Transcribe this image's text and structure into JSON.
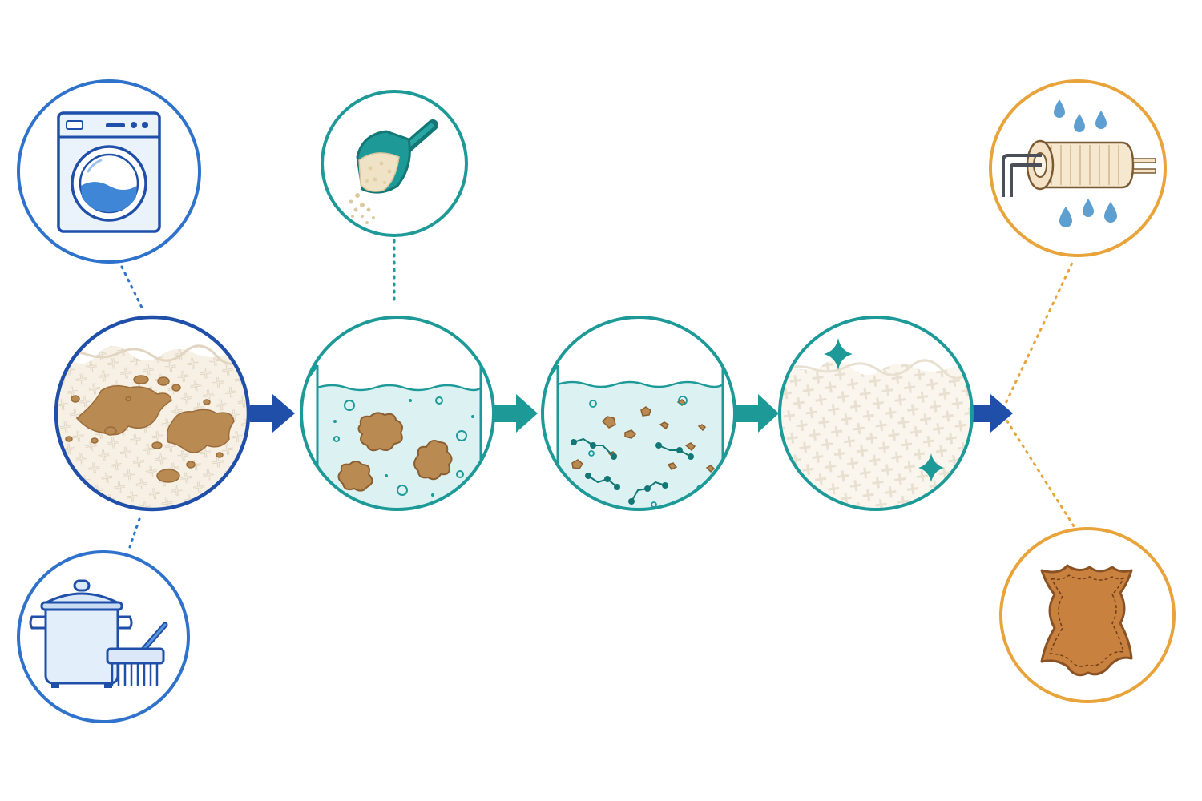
{
  "colors": {
    "background": "#ffffff",
    "blue_ring": "#2f72cc",
    "blue_dark": "#1f4fa8",
    "teal": "#1d9a98",
    "teal_dark": "#127775",
    "orange": "#e8a43a",
    "stain": "#b98a52",
    "fabric": "#f5ecdd",
    "water": "#dcf2f2",
    "leather": "#c9813f",
    "drop": "#5c9fd0"
  },
  "icons": {
    "washing_machine": "washing-machine-icon",
    "cookware": "cooking-pot-and-brush-icon",
    "detergent": "detergent-scoop-icon",
    "water_filter": "water-filter-cartridge-icon",
    "leather": "leather-hide-icon",
    "stain": "stained-fabric-icon",
    "soaking": "stain-soaking-icon",
    "breakdown": "enzyme-breakdown-icon",
    "clean": "clean-fabric-icon"
  },
  "diagram": {
    "flow_direction": "left-to-right",
    "main_steps": 4,
    "application_nodes": 5
  }
}
